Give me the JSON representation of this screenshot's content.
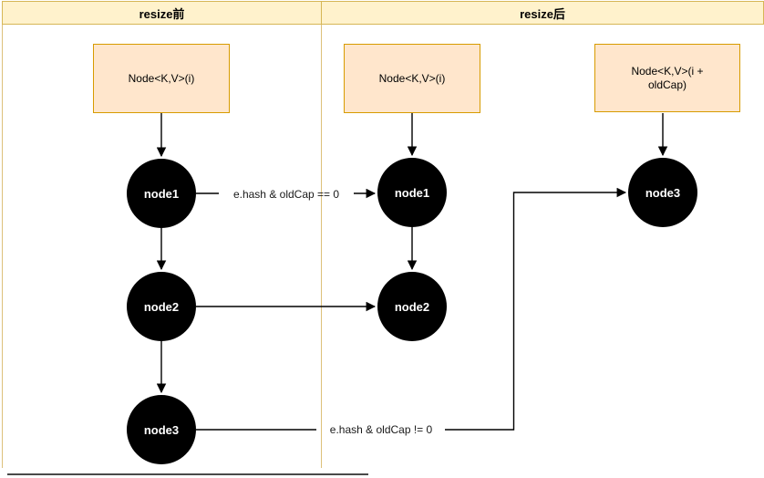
{
  "columns": [
    {
      "label": "resize前"
    },
    {
      "label": "resize后"
    }
  ],
  "boxes": [
    {
      "id": "before-i",
      "label": "Node<K,V>(i)"
    },
    {
      "id": "after-i",
      "label": "Node<K,V>(i)"
    },
    {
      "id": "after-i-oldcap",
      "label": "Node<K,V>(i +\noldCap)"
    }
  ],
  "nodes": [
    {
      "id": "before-node1",
      "label": "node1"
    },
    {
      "id": "before-node2",
      "label": "node2"
    },
    {
      "id": "before-node3",
      "label": "node3"
    },
    {
      "id": "after-node1",
      "label": "node1"
    },
    {
      "id": "after-node2",
      "label": "node2"
    },
    {
      "id": "after-node3",
      "label": "node3"
    }
  ],
  "edge_labels": {
    "eq": "e.hash & oldCap == 0",
    "neq": "e.hash & oldCap != 0"
  },
  "colors": {
    "header_fill": "#fff2cc",
    "header_border": "#d6b656",
    "box_fill": "#ffe6cc",
    "box_border": "#d79b00",
    "node_fill": "#000000",
    "node_text": "#ffffff",
    "line": "#000000"
  }
}
